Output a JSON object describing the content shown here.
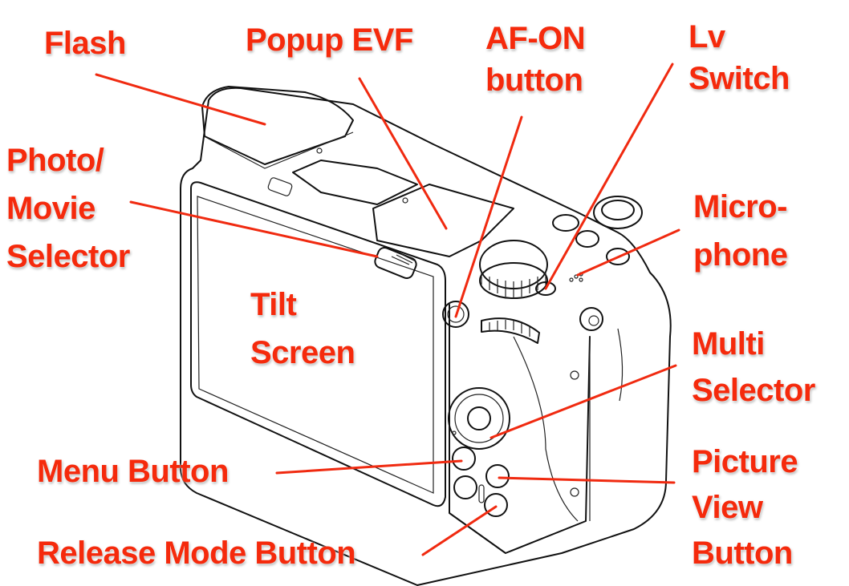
{
  "diagram": {
    "subject": "Mirrorless camera rear view",
    "accent_color": "#f52a0c",
    "labels": [
      {
        "id": "flash",
        "text": "Flash"
      },
      {
        "id": "popup-evf",
        "text": "Popup EVF"
      },
      {
        "id": "af-on-button",
        "text": "AF-ON\nbutton"
      },
      {
        "id": "lv-switch",
        "text": "Lv\nSwitch"
      },
      {
        "id": "photo-movie-selector",
        "text": "Photo/\nMovie\nSelector"
      },
      {
        "id": "microphone",
        "text": "Micro-\nphone"
      },
      {
        "id": "tilt-screen",
        "text": "Tilt\nScreen"
      },
      {
        "id": "multi-selector",
        "text": "Multi\nSelector"
      },
      {
        "id": "menu-button",
        "text": "Menu Button"
      },
      {
        "id": "picture-view-button",
        "text": "Picture\nView\nButton"
      },
      {
        "id": "release-mode-button",
        "text": "Release Mode Button"
      }
    ]
  }
}
